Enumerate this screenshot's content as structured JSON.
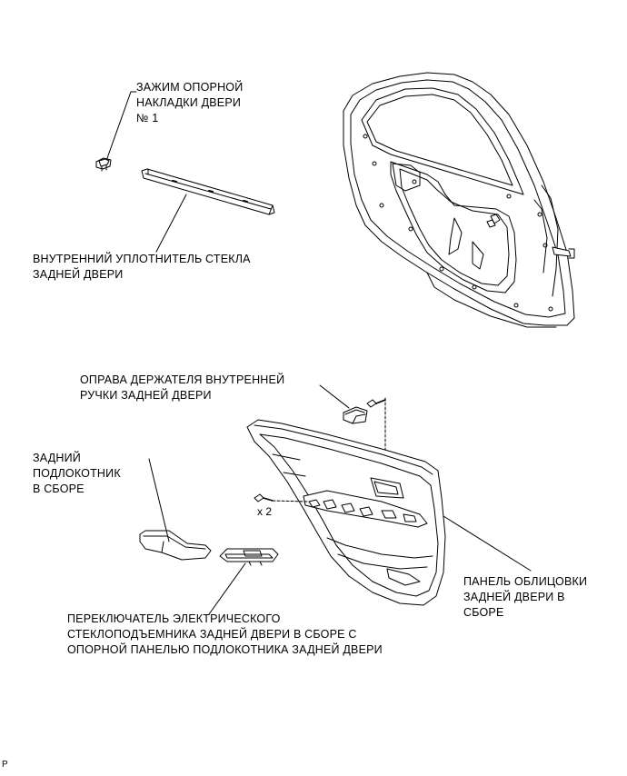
{
  "labels": {
    "clip": "ЗАЖИМ ОПОРНОЙ\nНАКЛАДКИ ДВЕРИ\n№ 1",
    "weatherstrip": "ВНУТРЕННИЙ УПЛОТНИТЕЛЬ СТЕКЛА\nЗАДНЕЙ ДВЕРИ",
    "handle_bezel": "ОПРАВА ДЕРЖАТЕЛЯ ВНУТРЕННЕЙ\nРУЧКИ ЗАДНЕЙ ДВЕРИ",
    "armrest": "ЗАДНИЙ\nПОДЛОКОТНИК\nВ СБОРЕ",
    "trim_panel": "ПАНЕЛЬ ОБЛИЦОВКИ\nЗАДНЕЙ ДВЕРИ В\nСБОРЕ",
    "switch": "ПЕРЕКЛЮЧАТЕЛЬ ЭЛЕКТРИЧЕСКОГО\nСТЕКЛОПОДЪЕМНИКА ЗАДНЕЙ ДВЕРИ В СБОРЕ С\nОПОРНОЙ ПАНЕЛЬЮ ПОДЛОКОТНИКА ЗАДНЕЙ ДВЕРИ",
    "screw_qty": "x 2",
    "page_marker": "P"
  }
}
